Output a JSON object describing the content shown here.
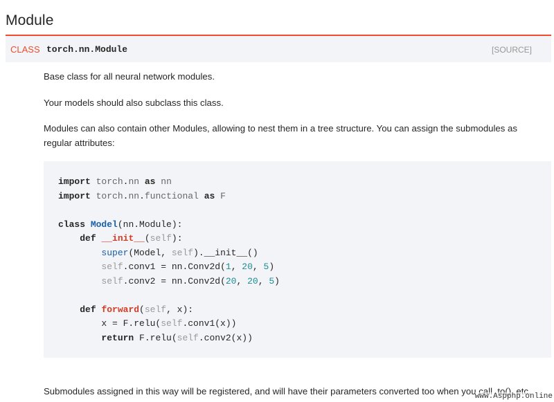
{
  "page": {
    "title": "Module"
  },
  "signature": {
    "kind": "CLASS",
    "name": "torch.nn.Module",
    "source": "[SOURCE]"
  },
  "paragraphs": {
    "p1": "Base class for all neural network modules.",
    "p2": "Your models should also subclass this class.",
    "p3": "Modules can also contain other Modules, allowing to nest them in a tree structure. You can assign the submodules as regular attributes:",
    "p4": "Submodules assigned in this way will be registered, and will have their parameters converted too when you call .to(), etc."
  },
  "code": {
    "lines": [
      "import torch.nn as nn",
      "import torch.nn.functional as F",
      "",
      "class Model(nn.Module):",
      "    def __init__(self):",
      "        super(Model, self).__init__()",
      "        self.conv1 = nn.Conv2d(1, 20, 5)",
      "        self.conv2 = nn.Conv2d(20, 20, 5)",
      "",
      "    def forward(self, x):",
      "        x = F.relu(self.conv1(x))",
      "        return F.relu(self.conv2(x))"
    ]
  },
  "watermark": {
    "text": "www.Aspphp.online"
  },
  "colors": {
    "accent": "#ee4c2c",
    "signature_bg": "#f3f4f7",
    "code_bg": "#f3f4f7",
    "keyword_class": "#1b5fa7",
    "function_name": "#d43b23",
    "number": "#1c8c95"
  }
}
